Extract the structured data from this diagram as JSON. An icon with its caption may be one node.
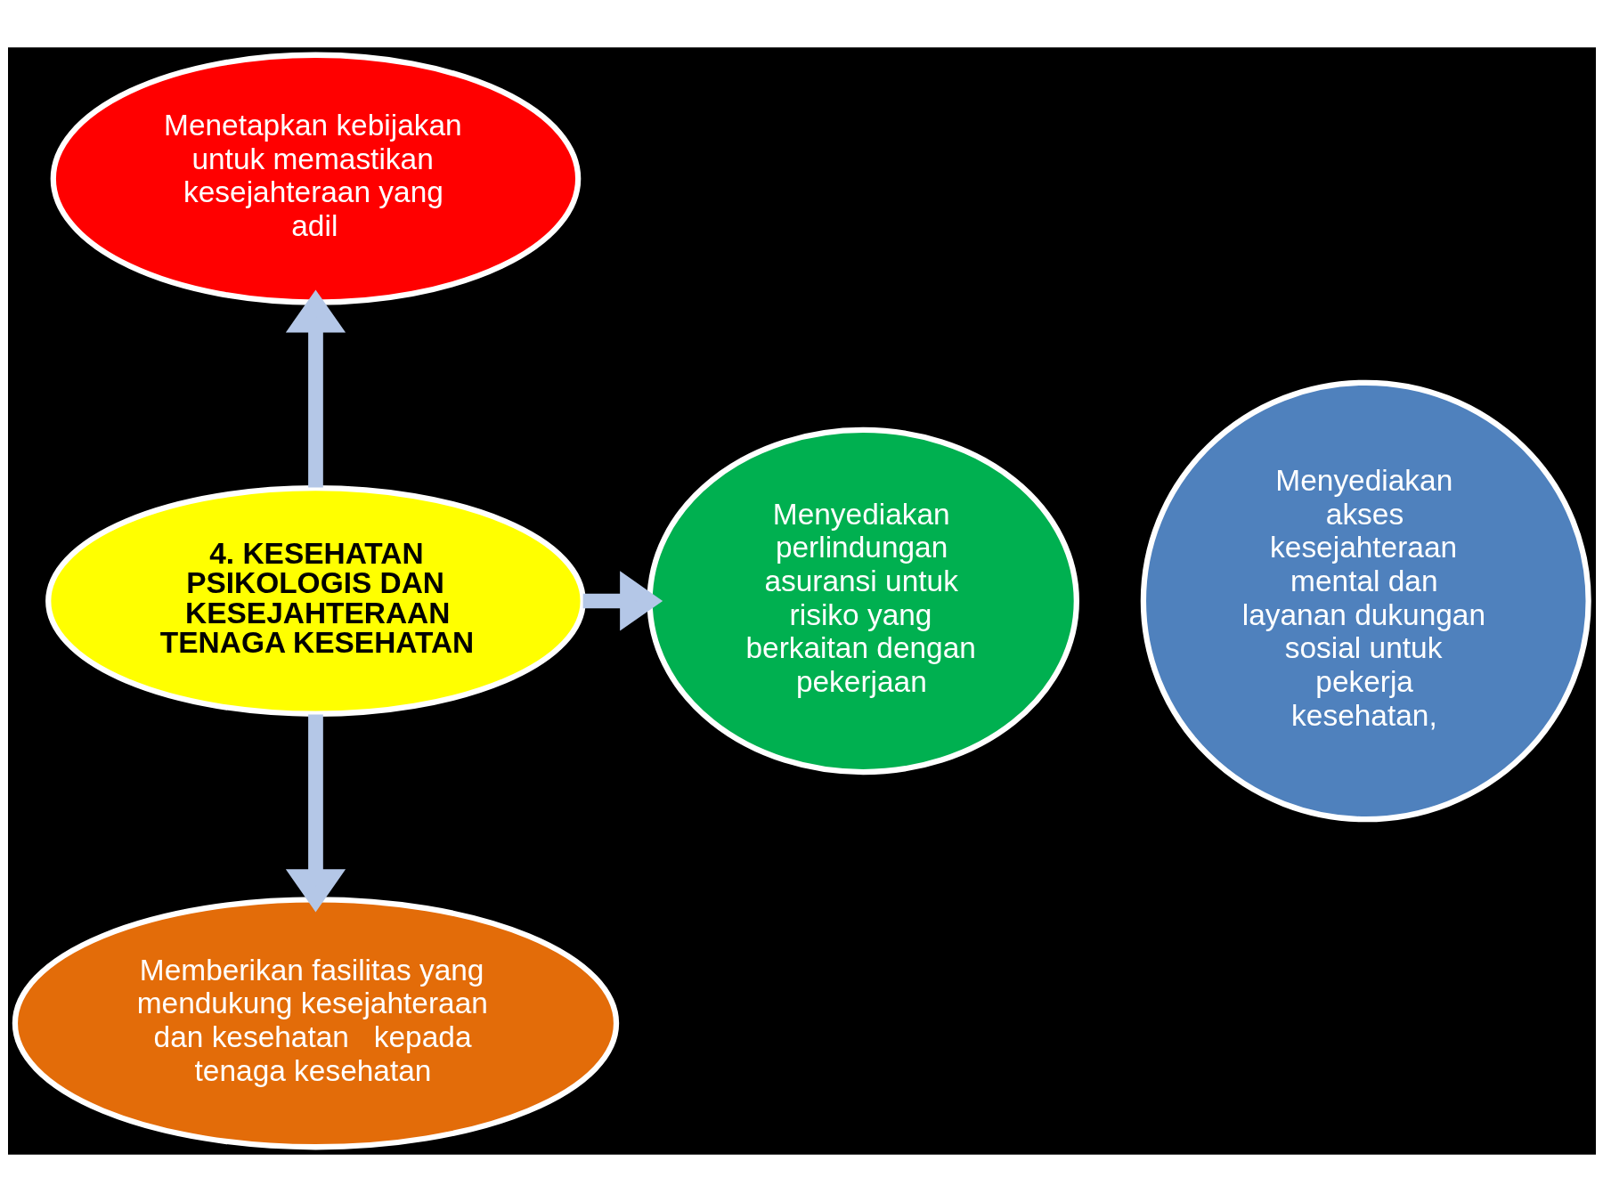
{
  "diagram": {
    "nodes": [
      {
        "text": [
          "Menetapkan kebijakan untuk memastikan kesejahteraan yang adil"
        ]
      },
      {
        "text": [
          "Menyediakan akses kesejahteraan mental dan layanan dukungan sosial untuk pekerja kesehatan,"
        ]
      },
      {
        "text": [
          "4. KESEHATAN PSIKOLOGIS DAN KESEJAHTERAAN TENAGA KESEHATAN"
        ]
      },
      {
        "text": [
          "Menyediakan perlindungan asuransi untuk risiko yang berkaitan dengan pekerjaan"
        ]
      },
      {
        "text": [
          "Memberikan fasilitas yang mendukung kesejahteraan dan kesehatan   kepada tenaga kesehatan"
        ]
      }
    ],
    "edges": [
      {
        "from": 2,
        "to": 0,
        "arrow": "to"
      },
      {
        "from": 2,
        "to": 3,
        "arrow": "to"
      },
      {
        "from": 2,
        "to": 4,
        "arrow": "to"
      }
    ]
  }
}
